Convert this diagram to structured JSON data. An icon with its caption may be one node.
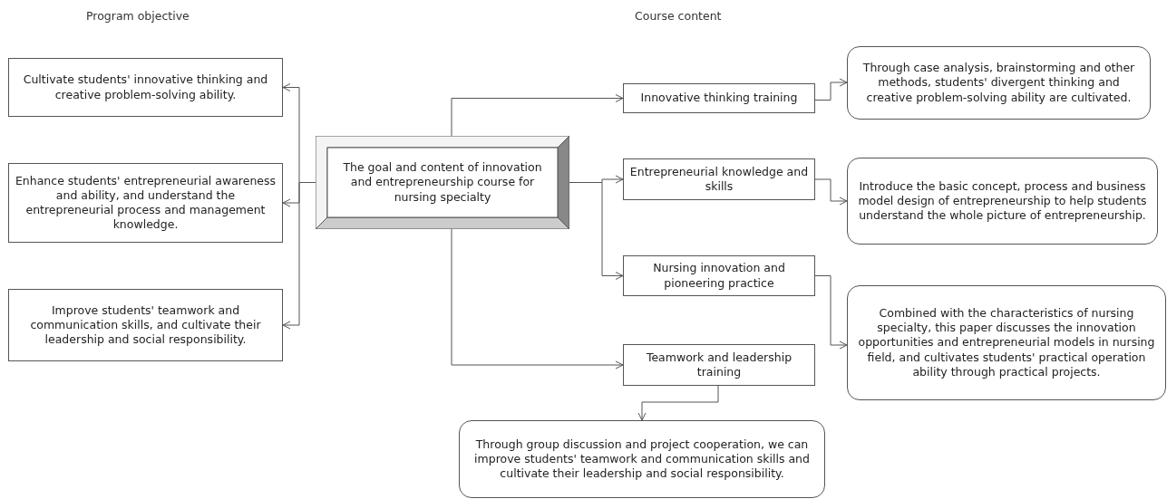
{
  "diagram": {
    "nodes": [
      {
        "text": [
          "Cultivate students' innovative thinking and creative problem-solving ability."
        ]
      },
      {
        "text": [
          "Enhance students' entrepreneurial awareness and ability, and understand the entrepreneurial process and management knowledge."
        ]
      },
      {
        "text": [
          "Improve students' teamwork and communication skills, and cultivate their leadership and social responsibility."
        ]
      },
      {
        "text": [
          "The goal and content of innovation and entrepreneurship course for nursing specialty"
        ]
      },
      {
        "text": [
          "Innovative thinking training"
        ]
      },
      {
        "text": [
          "Through case analysis, brainstorming and other methods, students' divergent thinking and creative problem-solving ability are cultivated."
        ]
      },
      {
        "text": [
          "Entrepreneurial knowledge and skills"
        ]
      },
      {
        "text": [
          "Introduce the basic concept, process and business model design of entrepreneurship to help students understand the whole picture of entrepreneurship."
        ]
      },
      {
        "text": [
          "Nursing innovation and pioneering practice"
        ]
      },
      {
        "text": [
          "Combined with the characteristics of nursing specialty, this paper discusses the innovation opportunities and entrepreneurial models in nursing field, and cultivates students' practical operation ability through practical projects."
        ]
      },
      {
        "text": [
          "Teamwork and leadership training"
        ]
      },
      {
        "text": [
          "Through group discussion and project cooperation, we can improve students' teamwork and communication skills and cultivate their leadership and social responsibility."
        ]
      }
    ],
    "edges": [
      {
        "from": 3,
        "to": 0,
        "arrow": "to"
      },
      {
        "from": 3,
        "to": 1,
        "arrow": "to"
      },
      {
        "from": 3,
        "to": 2,
        "arrow": "to"
      },
      {
        "from": 3,
        "to": 4,
        "arrow": "to"
      },
      {
        "from": 3,
        "to": 6,
        "arrow": "to"
      },
      {
        "from": 3,
        "to": 8,
        "arrow": "to"
      },
      {
        "from": 3,
        "to": 10,
        "arrow": "to"
      },
      {
        "from": 4,
        "to": 5,
        "arrow": "to"
      },
      {
        "from": 6,
        "to": 7,
        "arrow": "to"
      },
      {
        "from": 8,
        "to": 9,
        "arrow": "to"
      },
      {
        "from": 10,
        "to": 11,
        "arrow": "to"
      }
    ],
    "labels": [
      "Program objective",
      "Course content"
    ]
  }
}
